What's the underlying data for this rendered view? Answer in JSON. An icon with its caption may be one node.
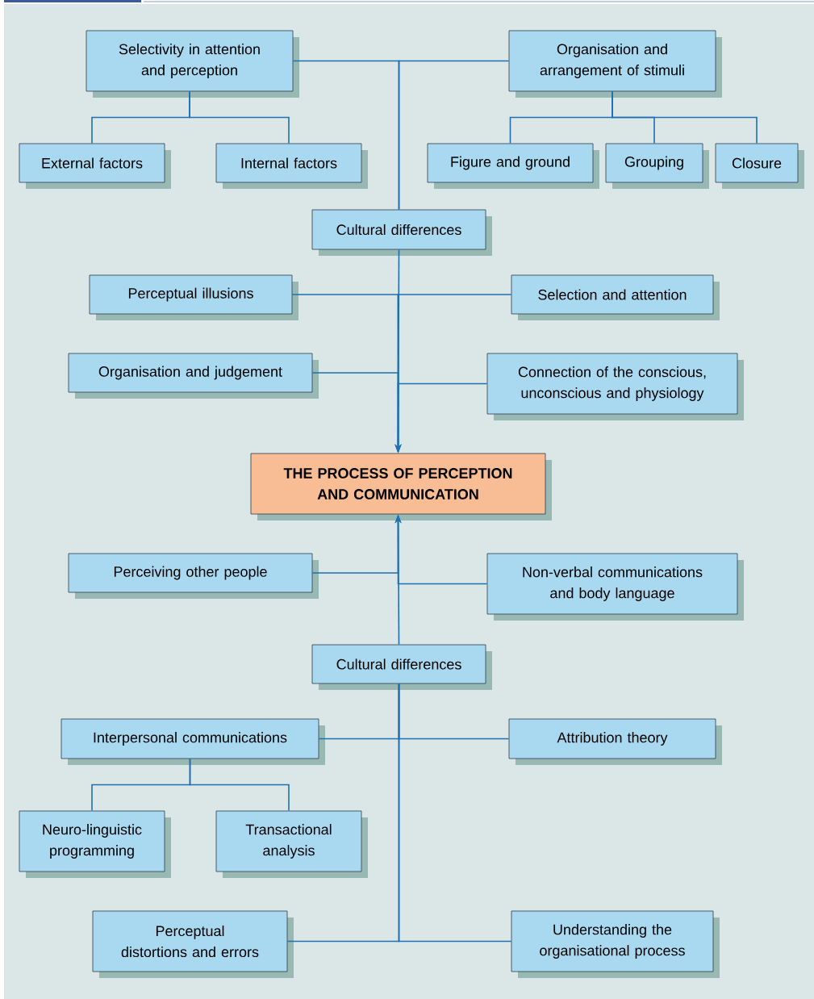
{
  "diagram": {
    "nodes": [
      {
        "text": [
          "Selectivity in attention and perception"
        ]
      },
      {
        "text": [
          "Organisation and arrangement of stimuli"
        ]
      },
      {
        "text": [
          "External factors"
        ]
      },
      {
        "text": [
          "Internal factors"
        ]
      },
      {
        "text": [
          "Figure and ground"
        ]
      },
      {
        "text": [
          "Grouping"
        ]
      },
      {
        "text": [
          "Closure"
        ]
      },
      {
        "text": [
          "Cultural differences"
        ]
      },
      {
        "text": [
          "Perceptual illusions"
        ]
      },
      {
        "text": [
          "Selection and attention"
        ]
      },
      {
        "text": [
          "Organisation and judgement"
        ]
      },
      {
        "text": [
          "Connection of the conscious, unconscious and physiology"
        ]
      },
      {
        "text": [
          "THE PROCESS OF PERCEPTION AND COMMUNICATION"
        ]
      },
      {
        "text": [
          "Perceiving other people"
        ]
      },
      {
        "text": [
          "Non-verbal communications and body language"
        ]
      },
      {
        "text": [
          "Cultural differences"
        ]
      },
      {
        "text": [
          "Interpersonal communications"
        ]
      },
      {
        "text": [
          "Attribution theory"
        ]
      },
      {
        "text": [
          "Neuro-linguistic programming"
        ]
      },
      {
        "text": [
          "Transactional analysis"
        ]
      },
      {
        "text": [
          "Perceptual distortions and errors"
        ]
      },
      {
        "text": [
          "Understanding the organisational process"
        ]
      }
    ],
    "edges": [
      {
        "from": 0,
        "to": 2,
        "arrow": "none"
      },
      {
        "from": 0,
        "to": 3,
        "arrow": "none"
      },
      {
        "from": 1,
        "to": 4,
        "arrow": "none"
      },
      {
        "from": 1,
        "to": 5,
        "arrow": "none"
      },
      {
        "from": 1,
        "to": 6,
        "arrow": "none"
      },
      {
        "from": 0,
        "to": 7,
        "arrow": "none"
      },
      {
        "from": 1,
        "to": 7,
        "arrow": "none"
      },
      {
        "from": 7,
        "to": 12,
        "arrow": "to"
      },
      {
        "from": 8,
        "to": 12,
        "arrow": "to"
      },
      {
        "from": 9,
        "to": 12,
        "arrow": "to"
      },
      {
        "from": 10,
        "to": 12,
        "arrow": "to"
      },
      {
        "from": 11,
        "to": 12,
        "arrow": "to"
      },
      {
        "from": 13,
        "to": 12,
        "arrow": "to"
      },
      {
        "from": 14,
        "to": 12,
        "arrow": "to"
      },
      {
        "from": 15,
        "to": 12,
        "arrow": "to"
      },
      {
        "from": 16,
        "to": 15,
        "arrow": "none"
      },
      {
        "from": 17,
        "to": 15,
        "arrow": "none"
      },
      {
        "from": 16,
        "to": 18,
        "arrow": "none"
      },
      {
        "from": 16,
        "to": 19,
        "arrow": "none"
      },
      {
        "from": 20,
        "to": 15,
        "arrow": "none"
      },
      {
        "from": 21,
        "to": 15,
        "arrow": "none"
      }
    ]
  }
}
